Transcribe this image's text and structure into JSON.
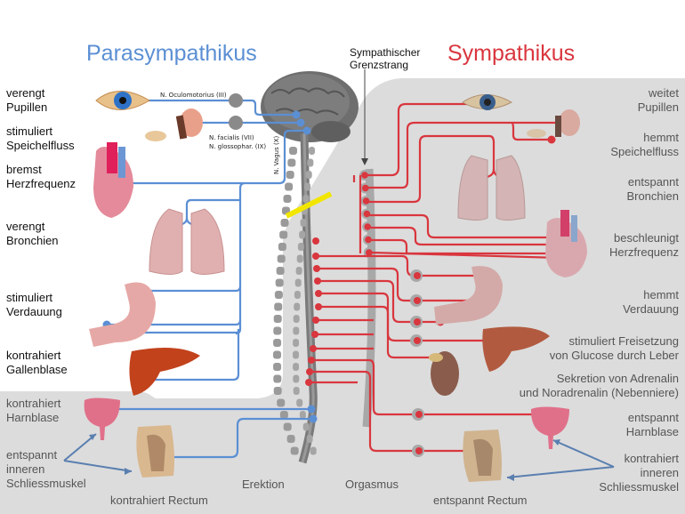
{
  "titles": {
    "parasympathetic": "Parasympathikus",
    "sympathetic": "Sympathikus",
    "sympathetic_trunk": "Sympathischer\nGrenzstrang"
  },
  "colors": {
    "parasympathetic": "#5b8fd4",
    "sympathetic": "#d9363e",
    "background_gray": "#dcdcdc",
    "highlight": "#f2e600"
  },
  "nerves": {
    "oculomotor": "N. Oculomotorius (III)",
    "facial_glosso": "N. facialis (VII)\nN. glossophar. (IX)",
    "vagus": "N. Vagus (X)"
  },
  "parasympathetic_effects": [
    {
      "organ": "eye",
      "text": "verengt\nPupillen"
    },
    {
      "organ": "salivary-gland",
      "text": "stimuliert\nSpeichelfluss"
    },
    {
      "organ": "heart",
      "text": "bremst\nHerzfrequenz"
    },
    {
      "organ": "lungs",
      "text": "verengt\nBronchien"
    },
    {
      "organ": "stomach",
      "text": "stimuliert\nVerdauung"
    },
    {
      "organ": "liver",
      "text": "kontrahiert\nGallenblase"
    },
    {
      "organ": "bladder",
      "text": "kontrahiert\nHarnblase"
    },
    {
      "organ": "sphincter",
      "text": "entspannt\ninneren\nSchliessmuskel"
    },
    {
      "organ": "rectum",
      "text": "kontrahiert Rectum"
    },
    {
      "organ": "genitals",
      "text": "Erektion"
    }
  ],
  "sympathetic_effects": [
    {
      "organ": "eye",
      "text": "weitet\nPupillen"
    },
    {
      "organ": "salivary-gland",
      "text": "hemmt\nSpeichelfluss"
    },
    {
      "organ": "lungs",
      "text": "entspannt\nBronchien"
    },
    {
      "organ": "heart",
      "text": "beschleunigt\nHerzfrequenz"
    },
    {
      "organ": "stomach",
      "text": "hemmt\nVerdauung"
    },
    {
      "organ": "liver",
      "text": "stimuliert Freisetzung\nvon Glucose durch Leber"
    },
    {
      "organ": "adrenal",
      "text": "Sekretion von Adrenalin\nund Noradrenalin (Nebenniere)"
    },
    {
      "organ": "bladder",
      "text": "entspannt\nHarnblase"
    },
    {
      "organ": "sphincter",
      "text": "kontrahiert\ninneren\nSchliessmuskel"
    },
    {
      "organ": "rectum",
      "text": "entspannt Rectum"
    },
    {
      "organ": "genitals",
      "text": "Orgasmus"
    }
  ]
}
